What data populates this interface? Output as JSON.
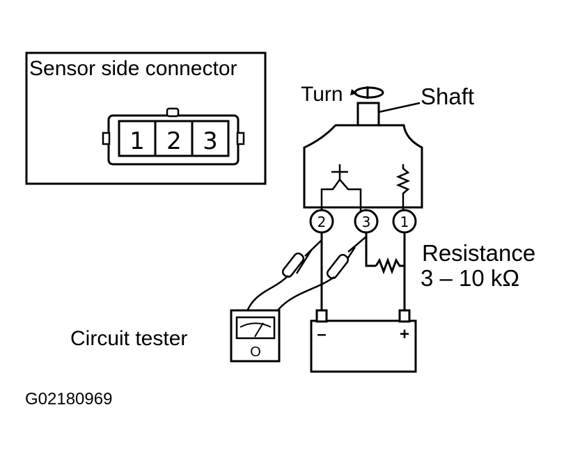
{
  "connector": {
    "title": "Sensor side connector",
    "pins": [
      "1",
      "2",
      "3"
    ]
  },
  "sensor": {
    "turn_label": "Turn",
    "shaft_label": "Shaft",
    "terminals": [
      "2",
      "3",
      "1"
    ]
  },
  "resistance": {
    "label": "Resistance",
    "value": "3 – 10 kΩ"
  },
  "tester": {
    "label": "Circuit tester",
    "mark": "O"
  },
  "battery": {
    "negative": "–",
    "positive": "+"
  },
  "figure_code": "G02180969"
}
